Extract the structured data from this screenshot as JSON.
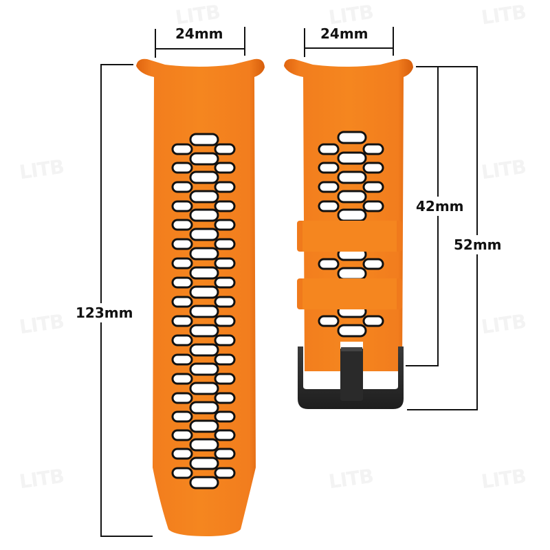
{
  "product": "Orange sport silicone watch band with black perforations and black buckle",
  "watermark": "LITB",
  "colors": {
    "strap": "#f07a1c",
    "strap_dark": "#d4610a",
    "holes_outline": "#111111",
    "buckle": "#2b2b2b",
    "lines": "#111111"
  },
  "dimensions": {
    "left_width": "24mm",
    "right_width": "24mm",
    "long_strap_length": "123mm",
    "short_strap_to_buckle": "42mm",
    "short_strap_total": "52mm"
  }
}
